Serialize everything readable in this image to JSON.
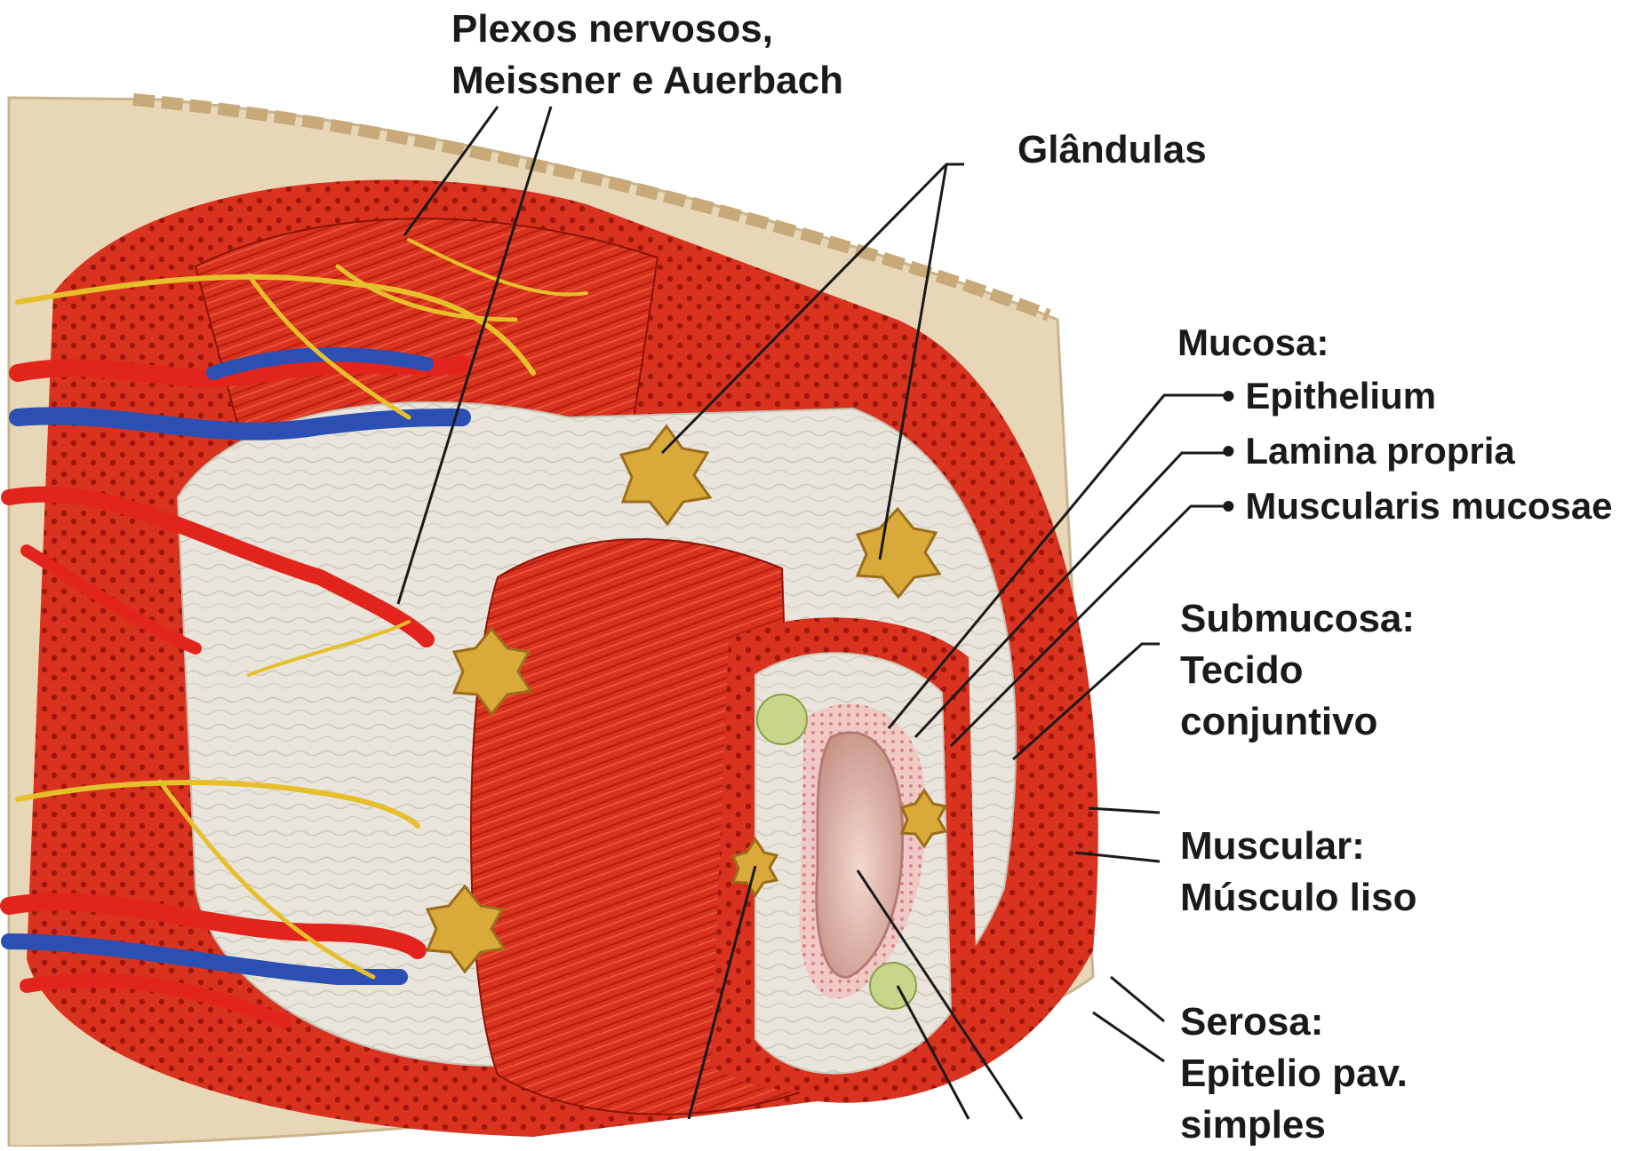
{
  "labels": {
    "plexos": {
      "line1": "Plexos nervosos,",
      "line2": "Meissner e Auerbach"
    },
    "glandulas": "Glândulas",
    "mucosa": {
      "title": "Mucosa:",
      "items": [
        "• Epithelium",
        "• Lamina propria",
        "• Muscularis mucosae"
      ]
    },
    "submucosa": {
      "line1": "Submucosa:",
      "line2": "Tecido",
      "line3": "conjuntivo"
    },
    "muscular": {
      "line1": "Muscular:",
      "line2": "Músculo liso"
    },
    "serosa": {
      "line1": "Serosa:",
      "line2": "Epitelio pav.",
      "line3": "simples"
    }
  },
  "colors": {
    "muscle": "#d9331f",
    "muscle_dark": "#a8180d",
    "connective": "#e9e5dc",
    "serosa": "#e8d7b6",
    "nerve": "#e6bf2b",
    "artery": "#e3241c",
    "vein": "#2b4fb3",
    "gland": "#d9a93a",
    "lumen": "#d9b2a6",
    "leader": "#1a1a1a"
  }
}
